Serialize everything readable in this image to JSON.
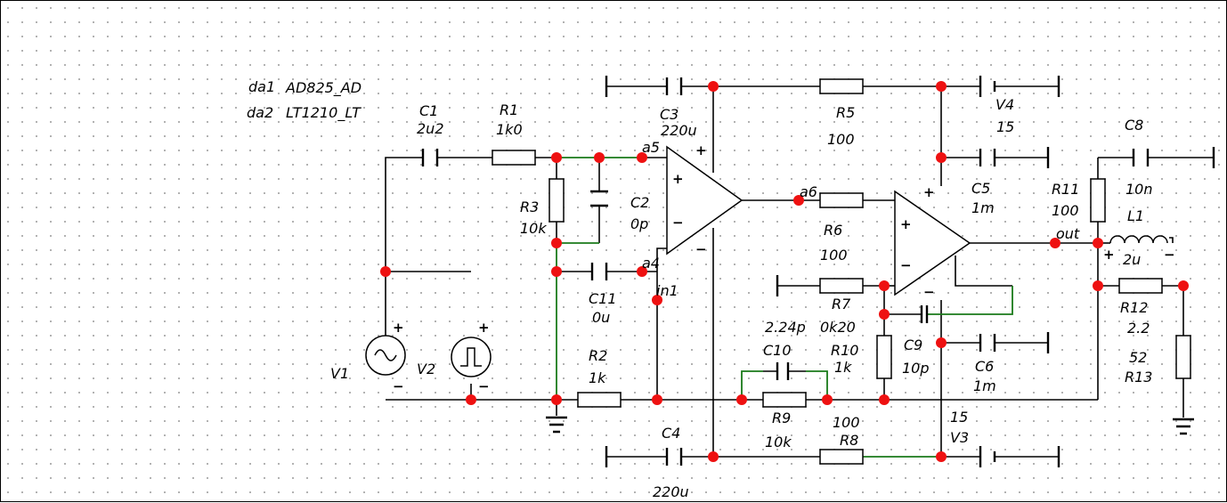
{
  "models": [
    {
      "ref": "da1",
      "value": "AD825_AD"
    },
    {
      "ref": "da2",
      "value": "LT1210_LT"
    }
  ],
  "components": {
    "C1": {
      "ref": "C1",
      "value": "2u2"
    },
    "R1": {
      "ref": "R1",
      "value": "1k0"
    },
    "C3": {
      "ref": "C3",
      "value": "220u"
    },
    "R5": {
      "ref": "R5",
      "value": "100"
    },
    "V4": {
      "ref": "V4",
      "value": "15"
    },
    "C8": {
      "ref": "C8",
      "value": "10n"
    },
    "R3": {
      "ref": "R3",
      "value": "10k"
    },
    "C2": {
      "ref": "C2",
      "value": "0p"
    },
    "C5": {
      "ref": "C5",
      "value": "1m"
    },
    "R11": {
      "ref": "R11",
      "value": "100"
    },
    "L1": {
      "ref": "L1",
      "value": "2u"
    },
    "R6": {
      "ref": "R6",
      "value": "100"
    },
    "C11": {
      "ref": "C11",
      "value": "0u"
    },
    "R7": {
      "ref": "R7",
      "value": "0k20"
    },
    "R12": {
      "ref": "R12",
      "value": "2.2"
    },
    "R13": {
      "ref": "R13",
      "value": "52"
    },
    "C10": {
      "ref": "C10",
      "value": "2.24p"
    },
    "R10": {
      "ref": "R10",
      "value": "1k"
    },
    "C9": {
      "ref": "C9",
      "value": "10p"
    },
    "C6": {
      "ref": "C6",
      "value": "1m"
    },
    "R2": {
      "ref": "R2",
      "value": "1k"
    },
    "R9": {
      "ref": "R9",
      "value": "10k"
    },
    "R8": {
      "ref": "R8",
      "value": "100"
    },
    "V3": {
      "ref": "V3",
      "value": "15"
    },
    "C4": {
      "ref": "C4",
      "value": "220u"
    },
    "V1": {
      "ref": "V1"
    },
    "V2": {
      "ref": "V2"
    }
  },
  "nets": {
    "a5": "a5",
    "a4": "a4",
    "in1": "in1",
    "a6": "a6",
    "out": "out"
  },
  "colors": {
    "wire": "#000000",
    "highlight_wire": "#1a7a1a",
    "node": "#ee1111",
    "grid_dot": "#9a9a9a"
  }
}
